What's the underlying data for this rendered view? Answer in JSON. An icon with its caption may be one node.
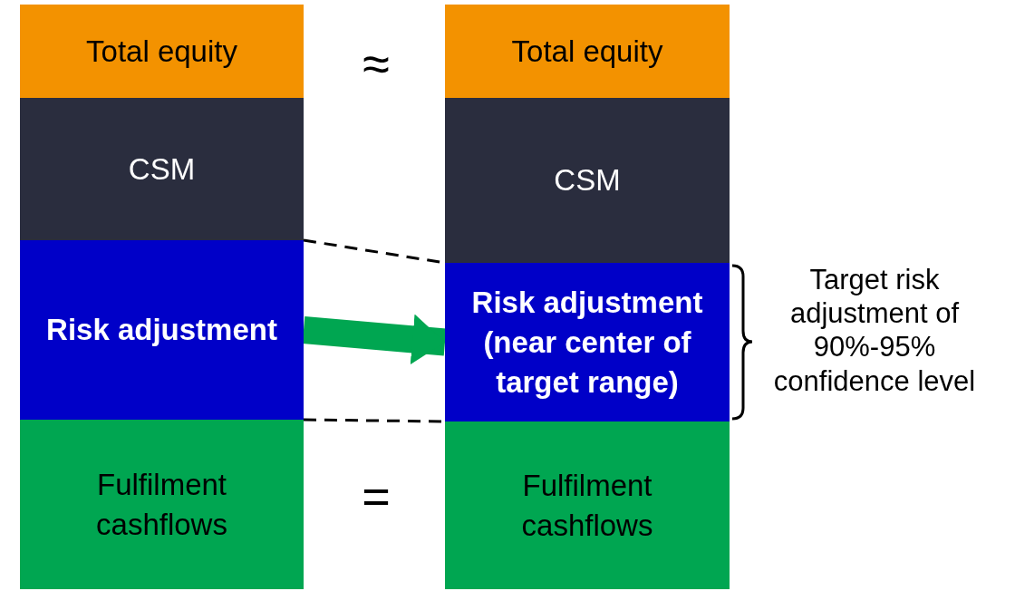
{
  "diagram": {
    "nodes": [
      {
        "text": [
          "Total equity"
        ]
      },
      {
        "text": [
          "CSM"
        ]
      },
      {
        "text": [
          "Risk adjustment"
        ]
      },
      {
        "text": [
          "Fulfilment cashflows"
        ]
      },
      {
        "text": [
          "Total equity"
        ]
      },
      {
        "text": [
          "CSM"
        ]
      },
      {
        "text": [
          "Risk adjustment (near center of target range)"
        ]
      },
      {
        "text": [
          "Fulfilment cashflows"
        ]
      }
    ],
    "edges": [
      {
        "from": 2,
        "to": 6,
        "arrow": "none",
        "style": "dashed"
      },
      {
        "from": 2,
        "to": 6,
        "arrow": "to",
        "style": "thick",
        "color": "#00a651"
      },
      {
        "from": 2,
        "to": 6,
        "arrow": "none",
        "style": "dashed"
      }
    ],
    "labels": [
      "≈",
      "Target risk adjustment of 90%-95% confidence level",
      "="
    ]
  }
}
